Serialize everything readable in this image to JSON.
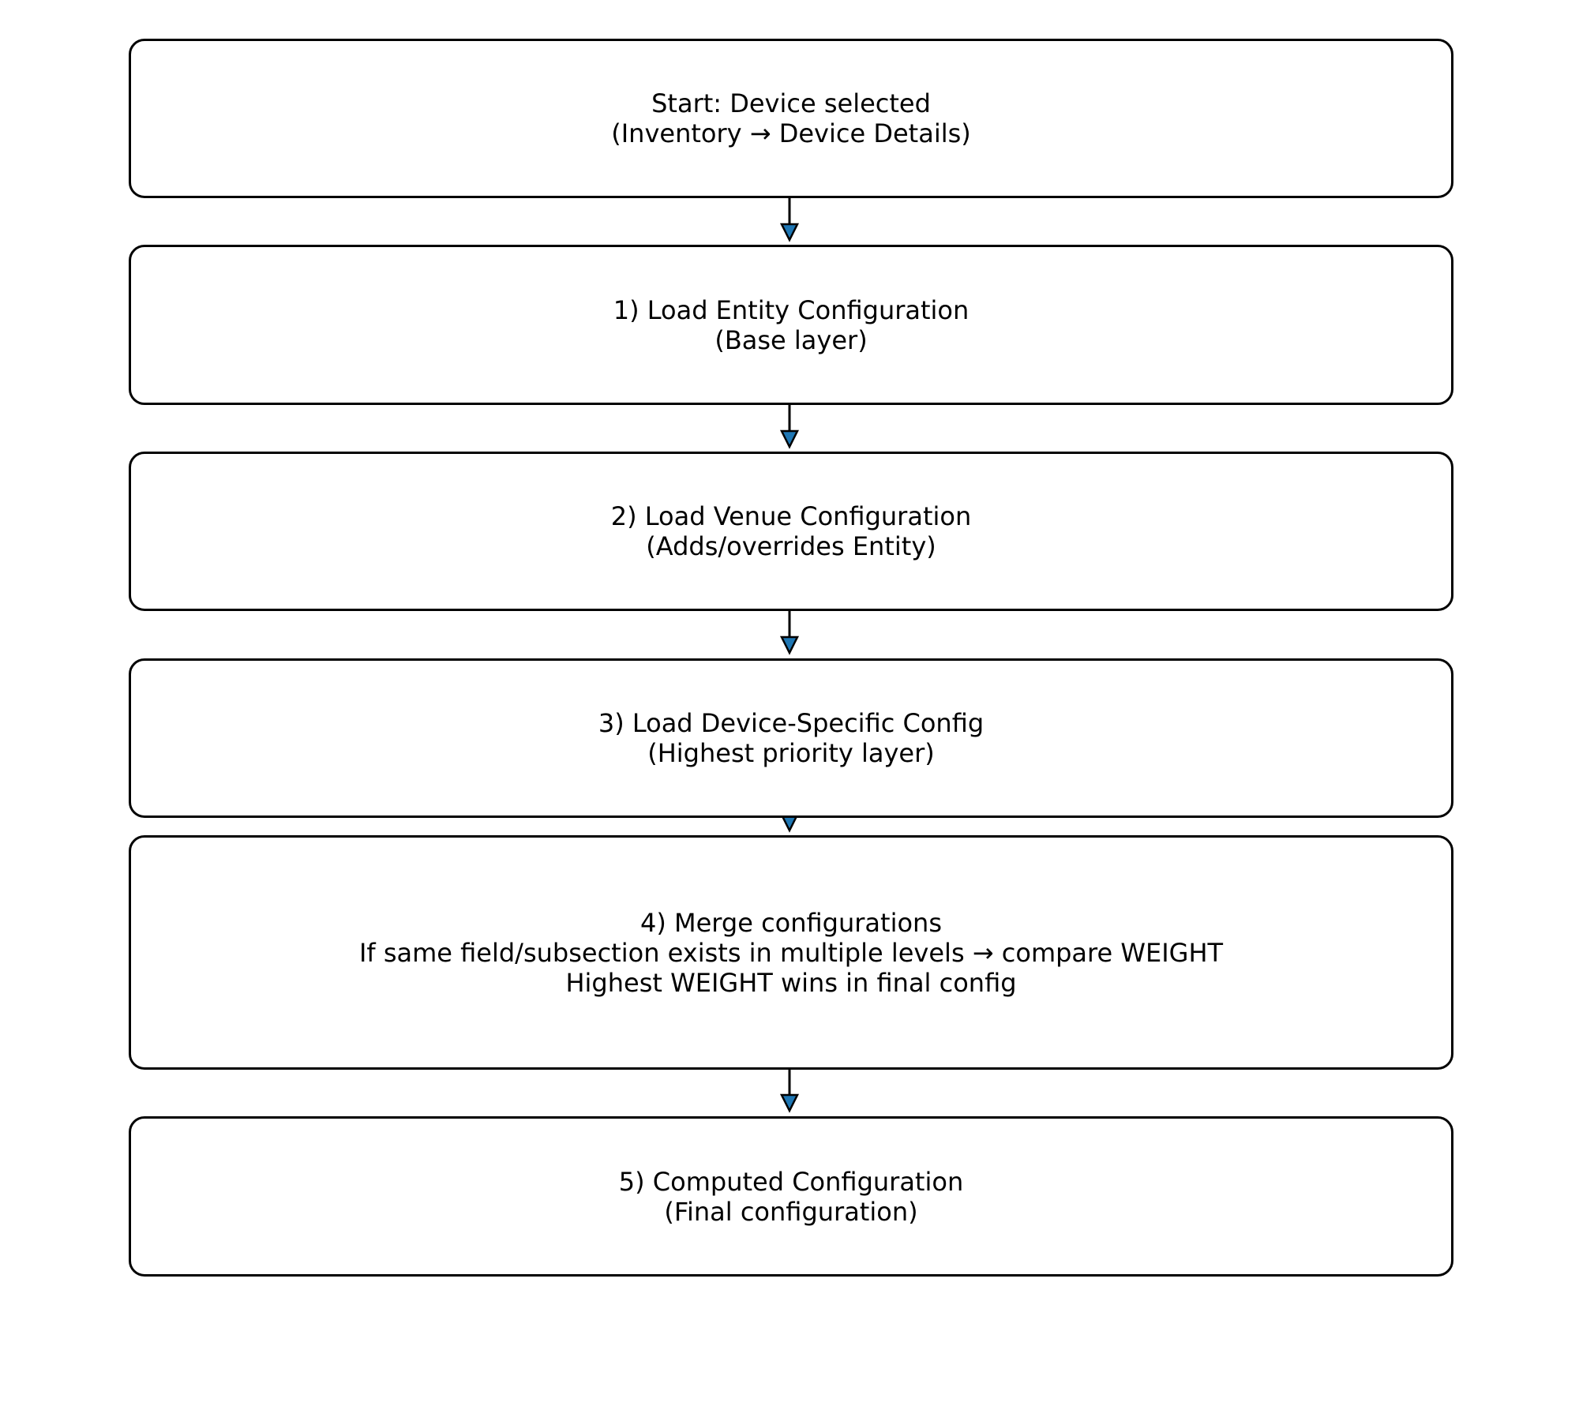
{
  "diagram": {
    "steps": [
      {
        "lines": [
          "Start: Device selected",
          "(Inventory → Device Details)"
        ]
      },
      {
        "lines": [
          "1) Load Entity Configuration",
          "(Base layer)"
        ]
      },
      {
        "lines": [
          "2) Load Venue Configuration",
          "(Adds/overrides Entity)"
        ]
      },
      {
        "lines": [
          "3) Load Device-Specific Config",
          "(Highest priority layer)"
        ]
      },
      {
        "lines": [
          "4) Merge configurations",
          "If same field/subsection exists in multiple levels → compare WEIGHT",
          "Highest WEIGHT wins in final config"
        ]
      },
      {
        "lines": [
          "5) Computed Configuration",
          "(Final configuration)"
        ]
      }
    ],
    "colors": {
      "border": "#000000",
      "arrowhead_fill": "#1f77b4",
      "background": "#ffffff"
    }
  }
}
